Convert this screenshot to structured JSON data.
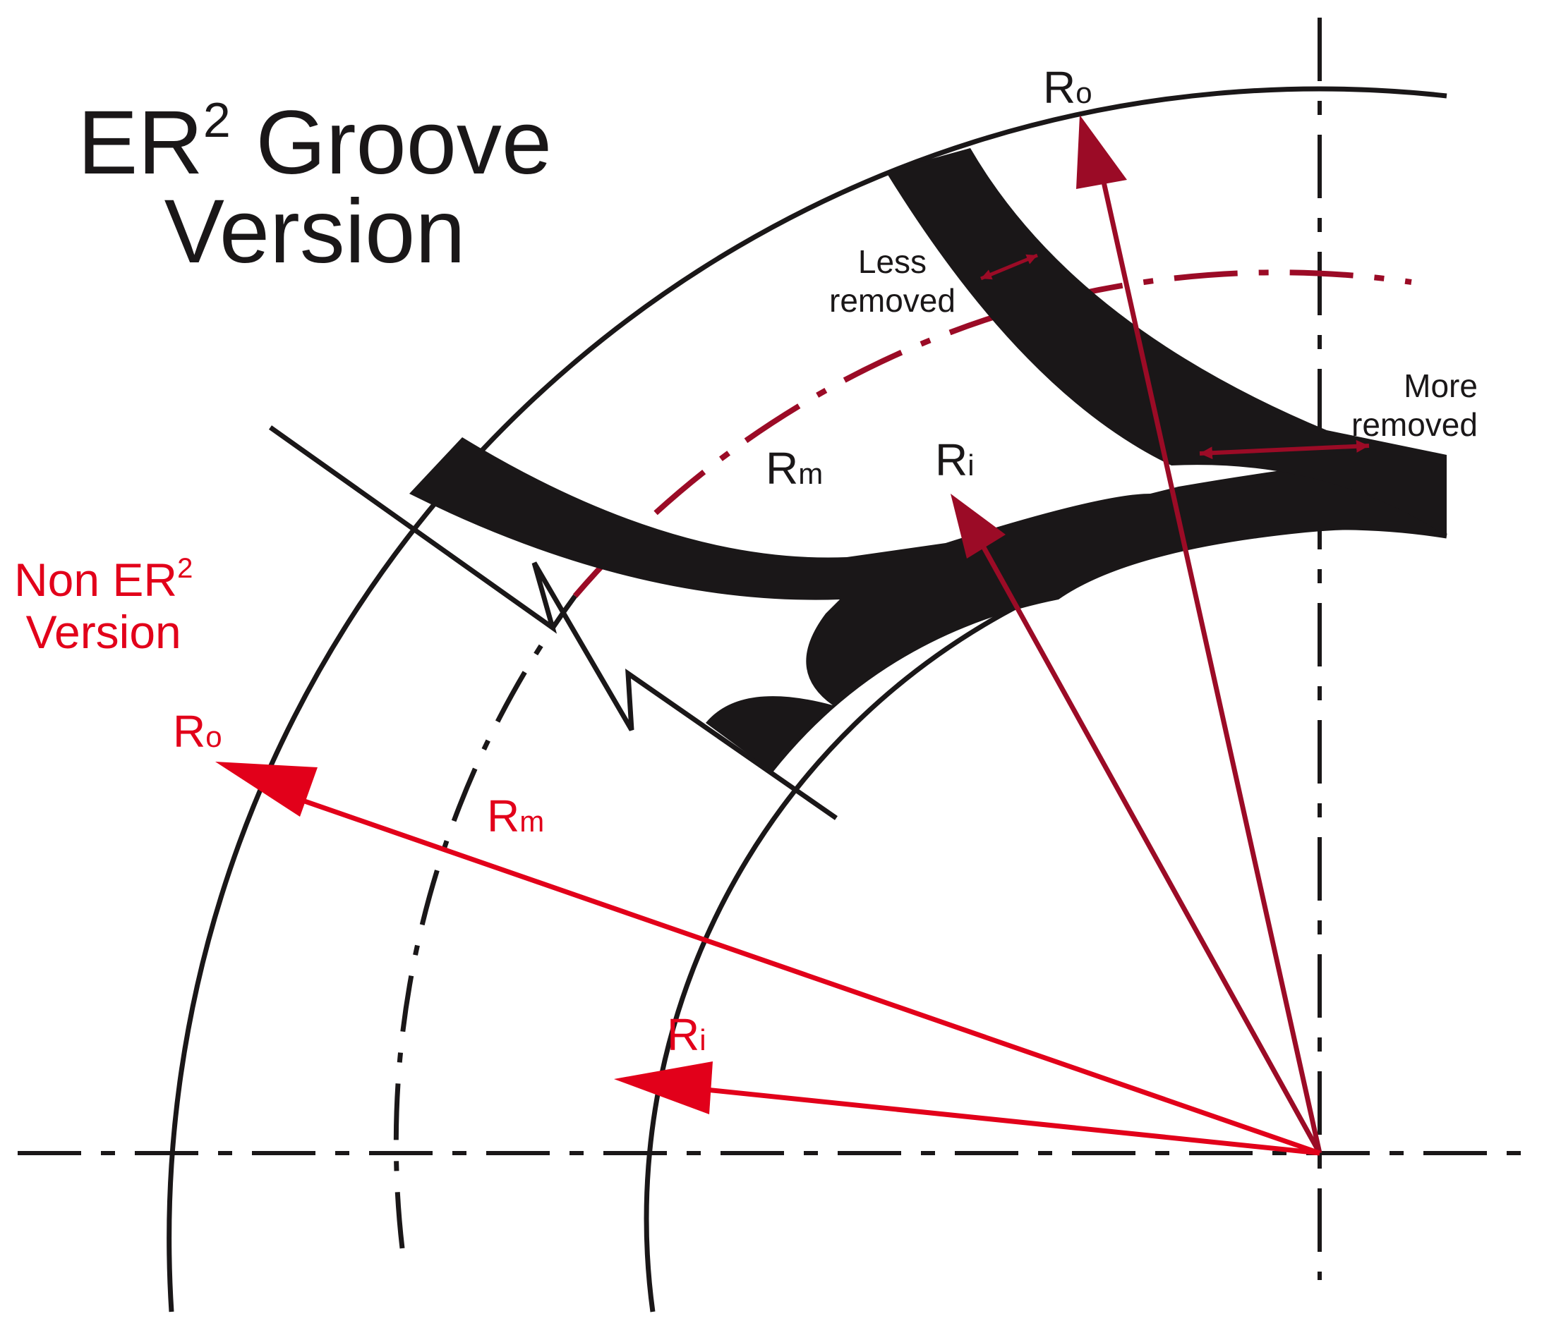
{
  "title": {
    "line1_prefix": "ER",
    "line1_sup": "2",
    "line1_suffix": " Groove",
    "line2": "Version"
  },
  "non_er2": {
    "line1_prefix": "Non ER",
    "line1_sup": "2",
    "line2": "Version"
  },
  "annotations": {
    "less_line1": "Less",
    "less_line2": "removed",
    "more_line1": "More",
    "more_line2": "removed"
  },
  "er2_labels": {
    "ro_main": "R",
    "ro_sub": "o",
    "rm_main": "R",
    "rm_sub": "m",
    "ri_main": "R",
    "ri_sub": "i"
  },
  "non_er2_labels": {
    "ro_main": "R",
    "ro_sub": "o",
    "rm_main": "R",
    "rm_sub": "m",
    "ri_main": "R",
    "ri_sub": "i"
  },
  "colors": {
    "outline": "#1a1718",
    "er2_arrow": "#9b0b26",
    "non_er2_arrow": "#e2001a",
    "background": "#ffffff"
  },
  "icons": [
    "arrow-head",
    "double-headed-arrow",
    "break-line-symbol",
    "centerline-cross"
  ]
}
